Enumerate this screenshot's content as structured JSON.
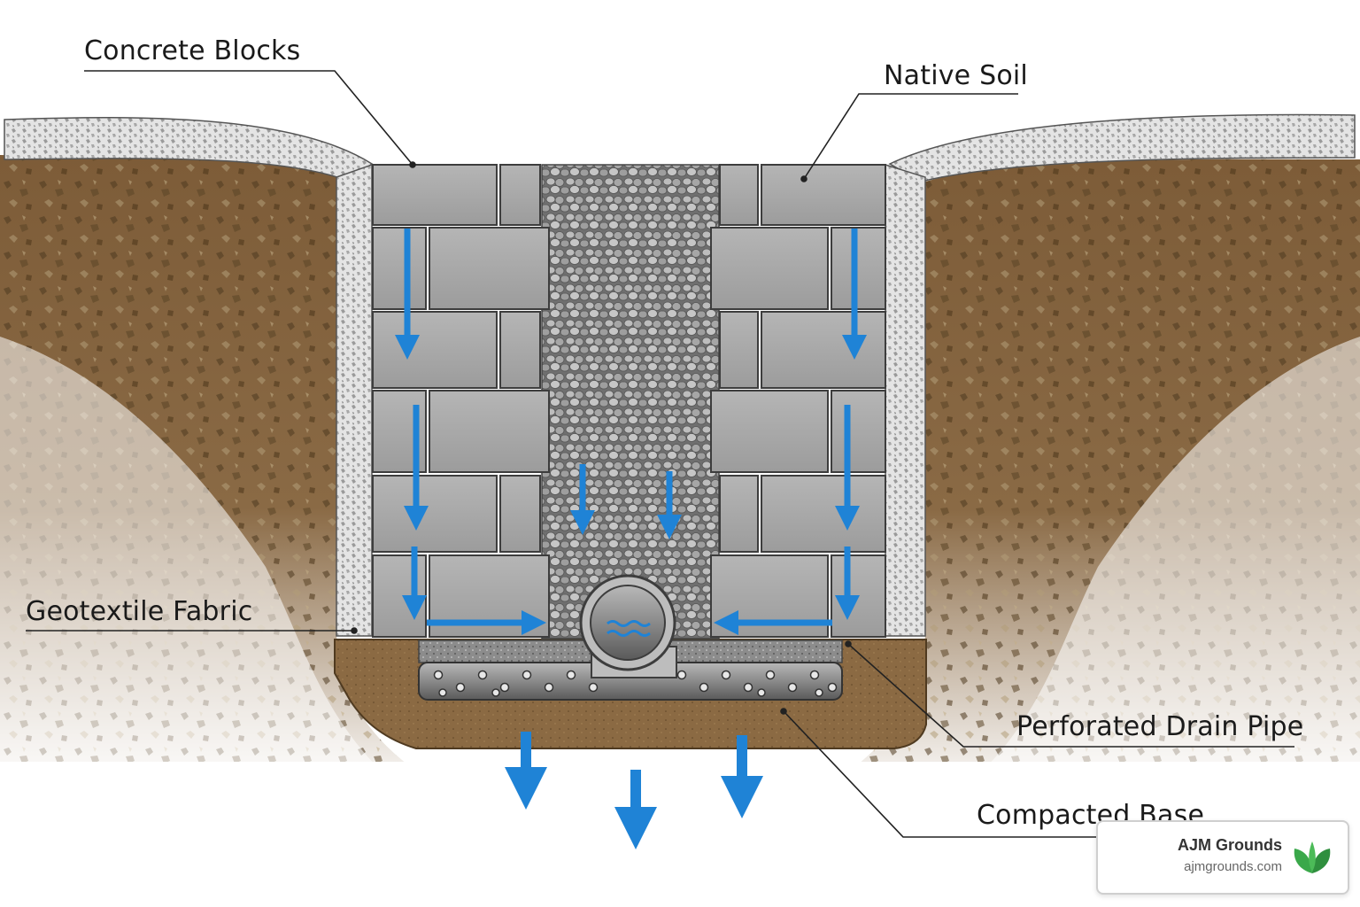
{
  "labels": {
    "concrete_blocks": "Concrete Blocks",
    "native_soil": "Native Soil",
    "geotextile_fabric": "Geotextile Fabric",
    "perforated_drain_pipe": "Perforated Drain Pipe",
    "compacted_base": "Compacted Base"
  },
  "brand": {
    "name": "AJM Grounds",
    "url": "ajmgrounds.com",
    "icon": "leaf-icon"
  },
  "colors": {
    "soil": "#8a6a45",
    "soil_dark": "#5e4424",
    "block": "#a9a9a9",
    "gravel": "#8e8e8e",
    "fabric": "#e8e8e8",
    "base": "#8b6a43",
    "water_arrow": "#1f83d6",
    "leaf": "#3aa84a"
  }
}
